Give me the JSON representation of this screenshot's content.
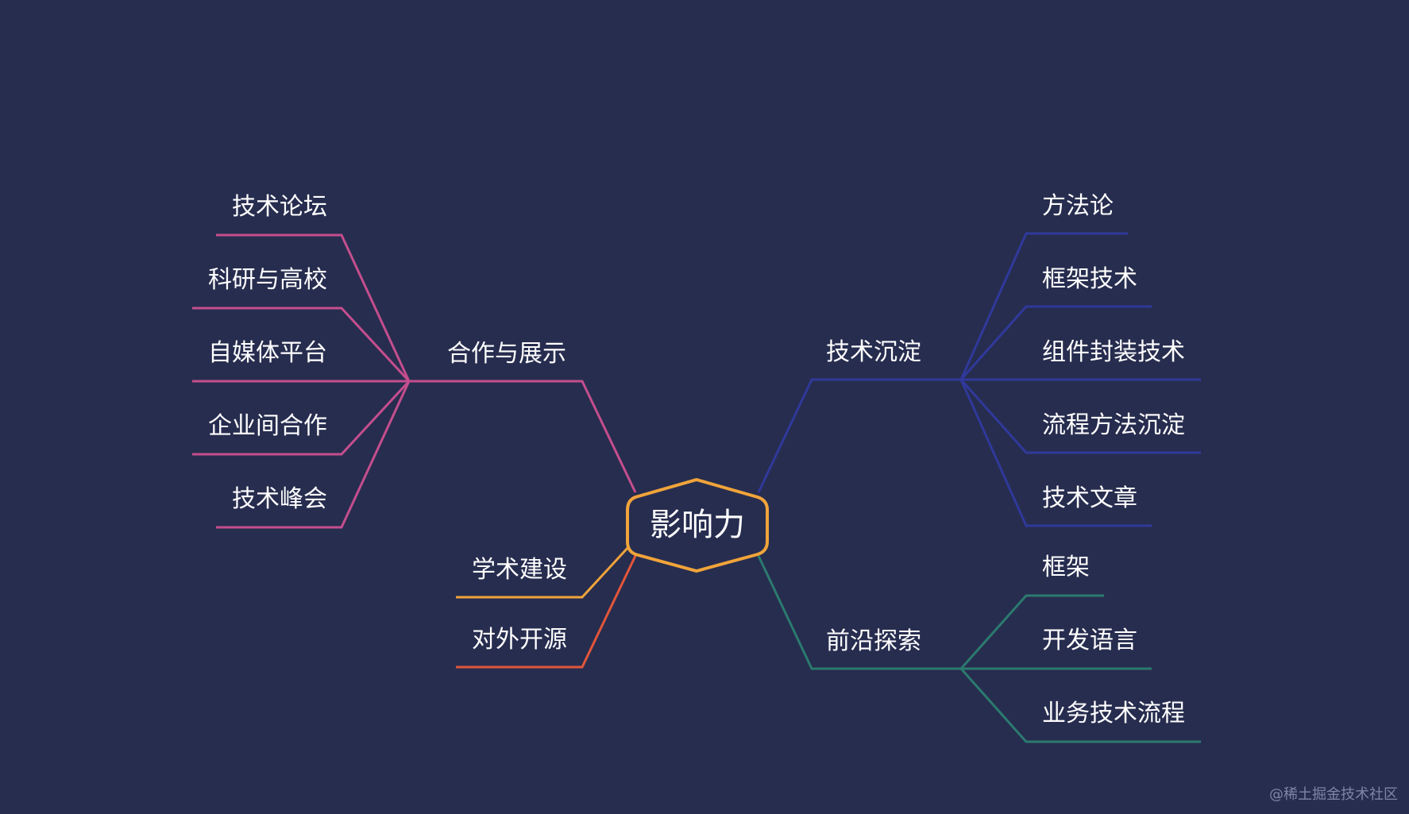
{
  "center": {
    "label": "影响力",
    "color": "#f0a43a"
  },
  "branches": [
    {
      "label": "合作与展示",
      "color": "#c44e8e",
      "children": [
        "技术论坛",
        "科研与高校",
        "自媒体平台",
        "企业间合作",
        "技术峰会"
      ]
    },
    {
      "label": "学术建设",
      "color": "#f0a43a",
      "children": []
    },
    {
      "label": "对外开源",
      "color": "#e2563a",
      "children": []
    },
    {
      "label": "技术沉淀",
      "color": "#30399a",
      "children": [
        "方法论",
        "框架技术",
        "组件封装技术",
        "流程方法沉淀",
        "技术文章"
      ]
    },
    {
      "label": "前沿探索",
      "color": "#2b7a6f",
      "children": [
        "框架",
        "开发语言",
        "业务技术流程"
      ]
    }
  ],
  "watermark": "@稀土掘金技术社区"
}
